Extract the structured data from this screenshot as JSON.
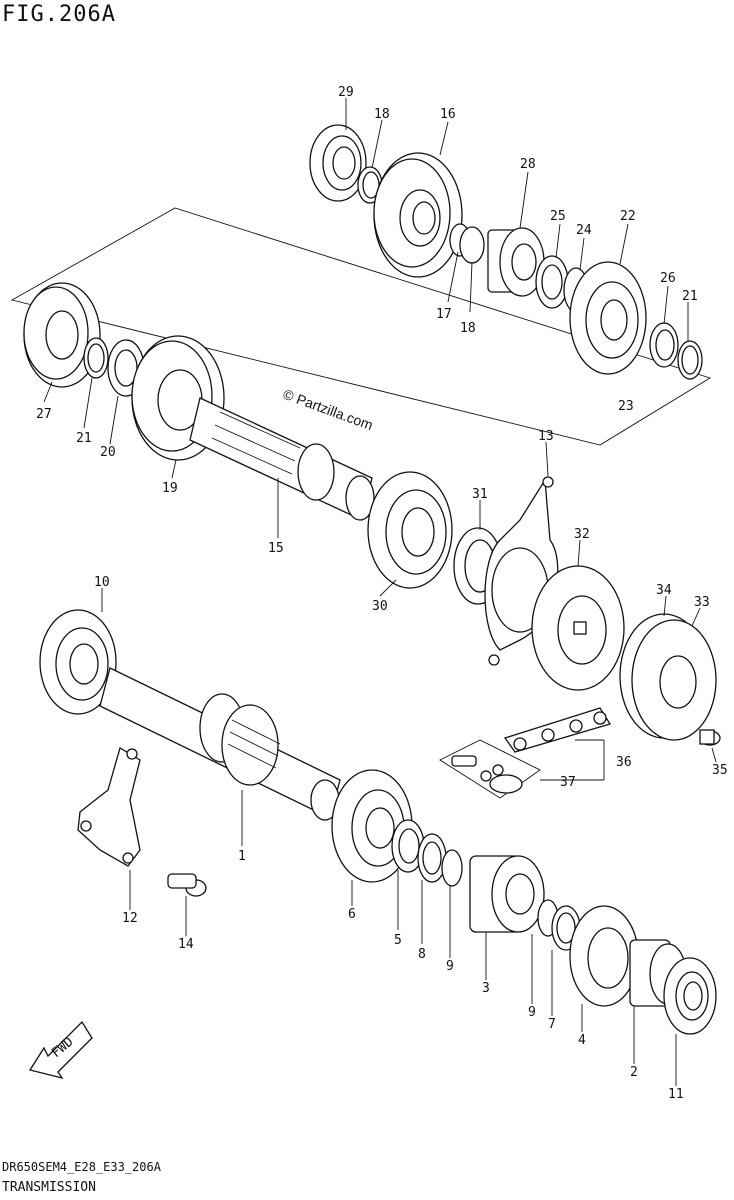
{
  "figure": {
    "title": "FIG.206A",
    "watermark": "© Partzilla.com",
    "footer_code": "DR650SEM4_E28_E33_206A",
    "footer_name": "TRANSMISSION"
  },
  "callouts": {
    "c1": "1",
    "c2": "2",
    "c3": "3",
    "c4": "4",
    "c5": "5",
    "c6": "6",
    "c7": "7",
    "c8": "8",
    "c9a": "9",
    "c9b": "9",
    "c10": "10",
    "c11": "11",
    "c12": "12",
    "c13": "13",
    "c14": "14",
    "c15": "15",
    "c16": "16",
    "c17": "17",
    "c18a": "18",
    "c18b": "18",
    "c19": "19",
    "c20": "20",
    "c21a": "21",
    "c21b": "21",
    "c22": "22",
    "c23": "23",
    "c24": "24",
    "c25": "25",
    "c26": "26",
    "c27": "27",
    "c28": "28",
    "c29": "29",
    "c30": "30",
    "c31": "31",
    "c32": "32",
    "c33": "33",
    "c34": "34",
    "c35": "35",
    "c36": "36",
    "c37": "37"
  },
  "fwd_label": "FWD",
  "colors": {
    "ink": "#111111",
    "paper": "#ffffff"
  }
}
